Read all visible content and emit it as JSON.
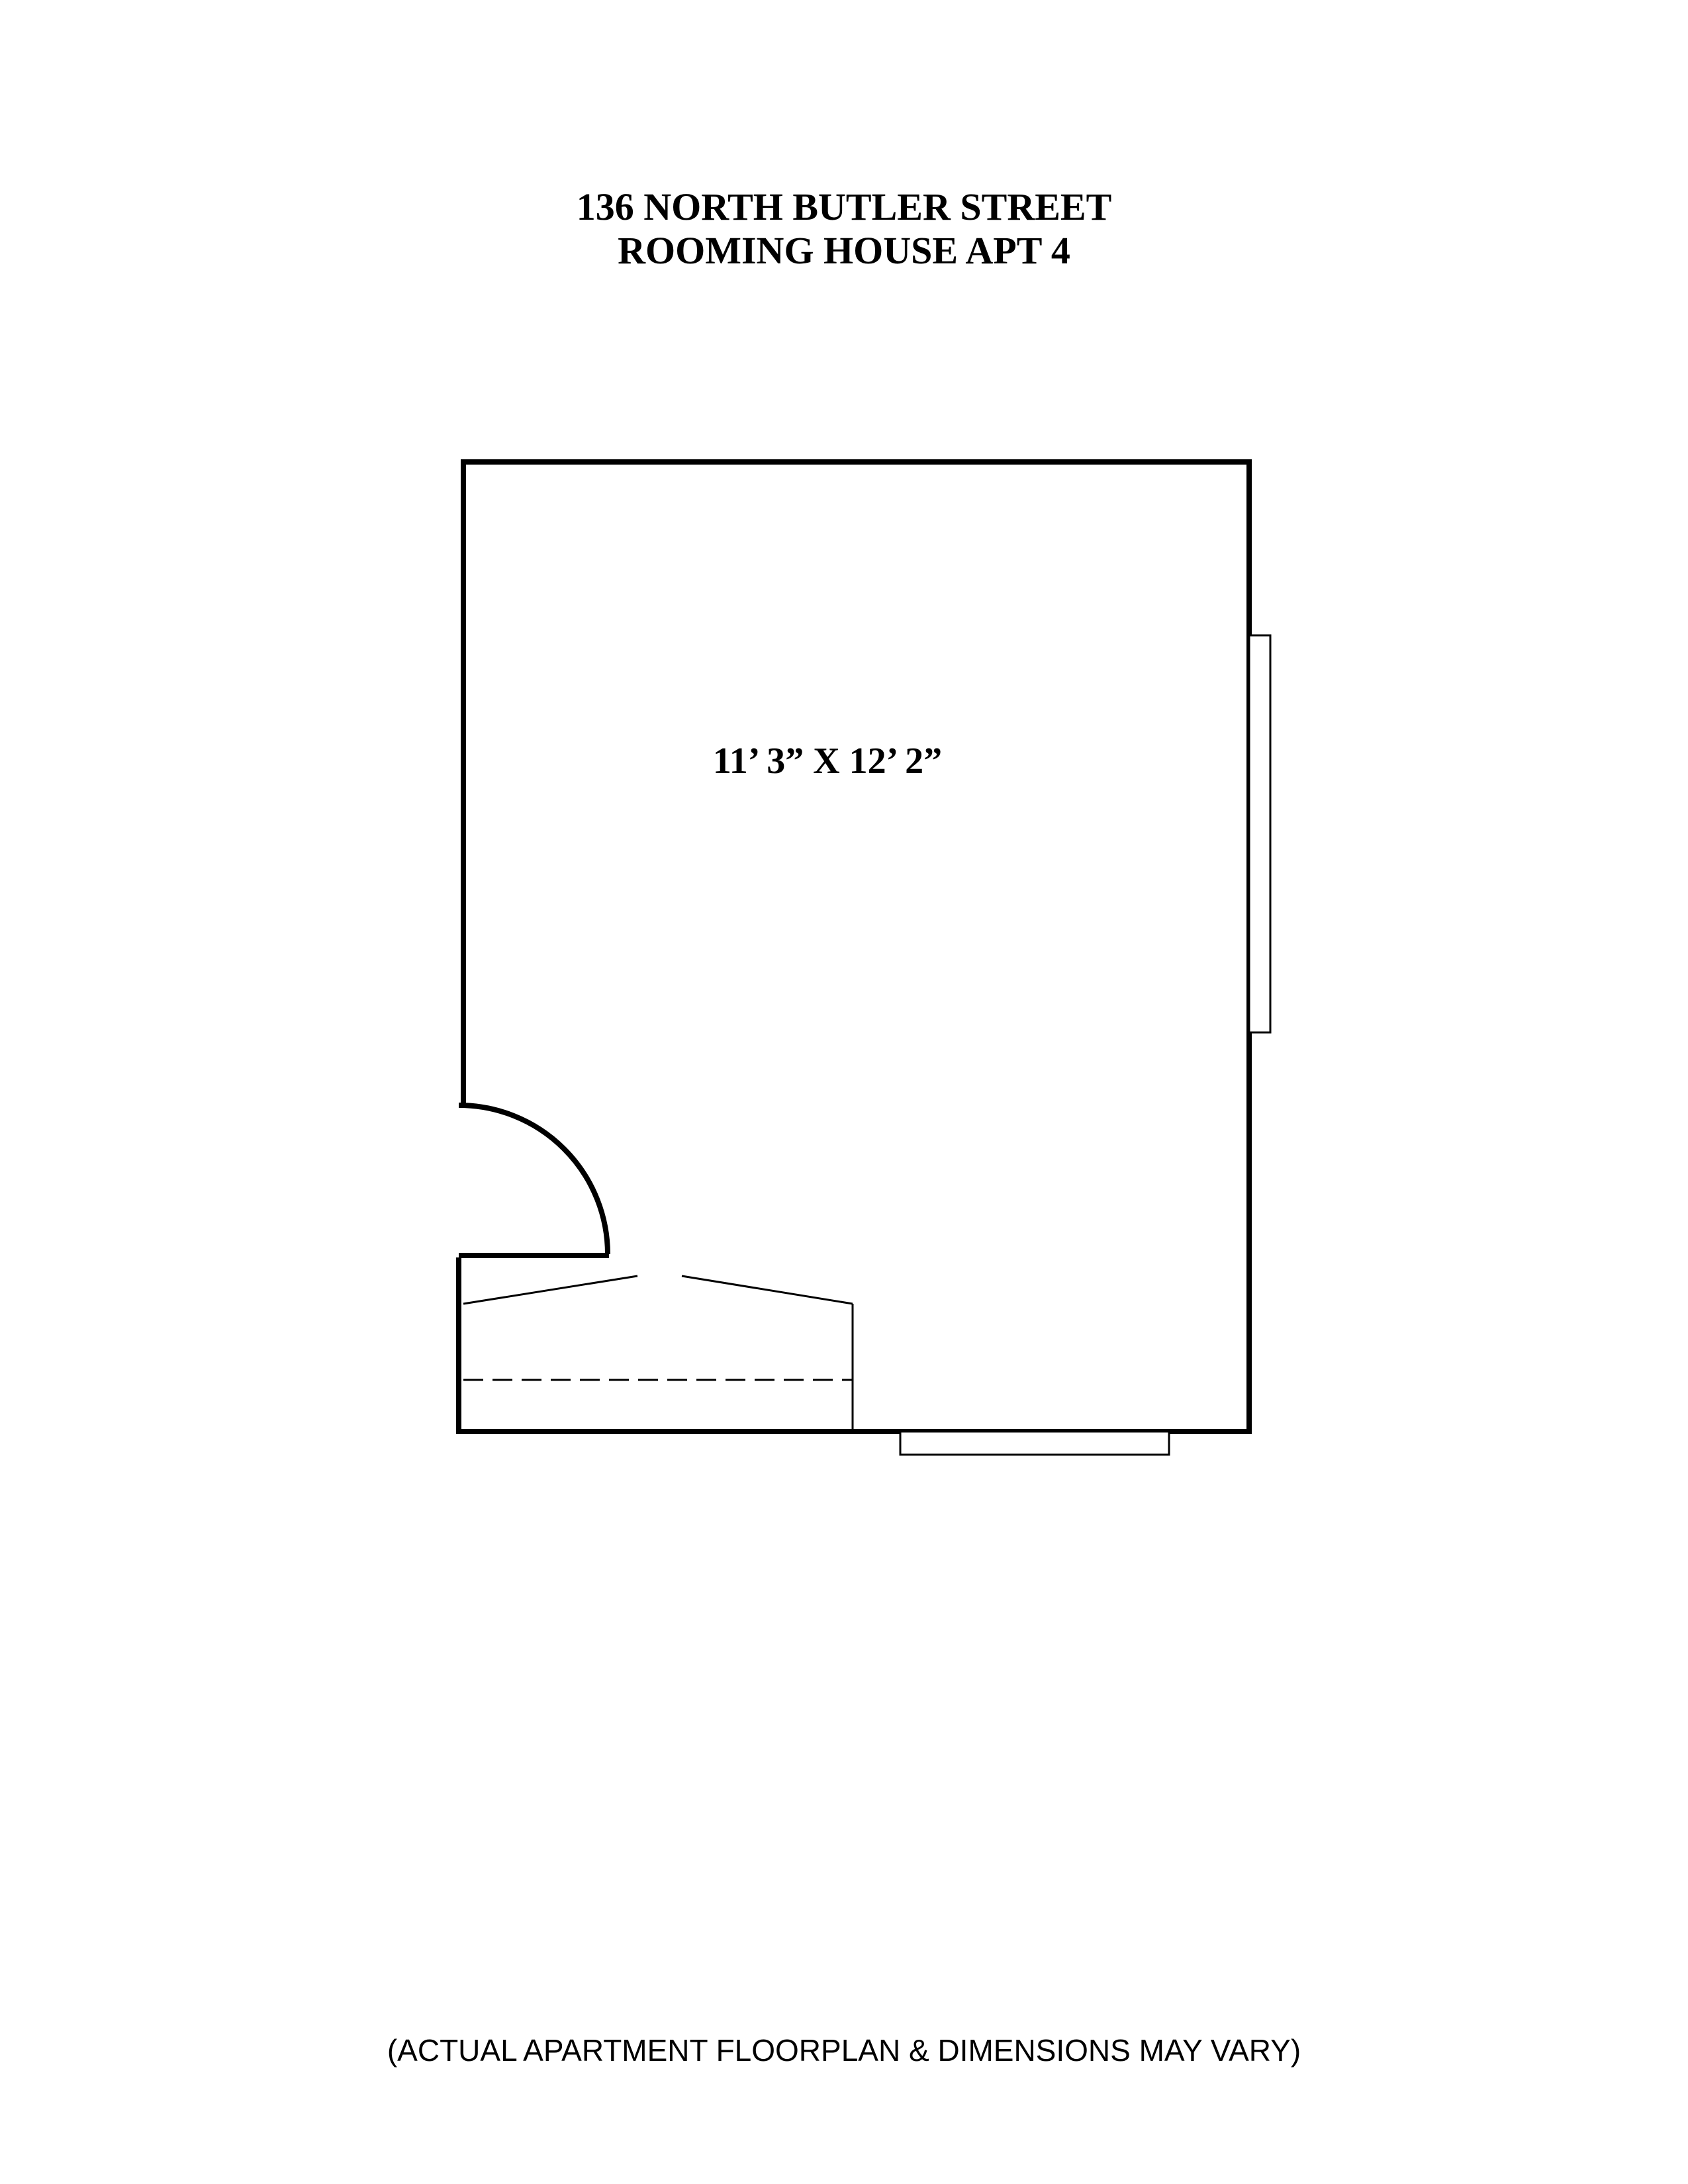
{
  "header": {
    "address": "136 NORTH BUTLER STREET",
    "unit": "ROOMING HOUSE APT 4"
  },
  "room": {
    "dimensions": "11’ 3” X 12’ 2”"
  },
  "footer": {
    "disclaimer": "(ACTUAL APARTMENT FLOORPLAN & DIMENSIONS MAY VARY)"
  },
  "colors": {
    "ink": "#000000",
    "paper": "#ffffff"
  }
}
